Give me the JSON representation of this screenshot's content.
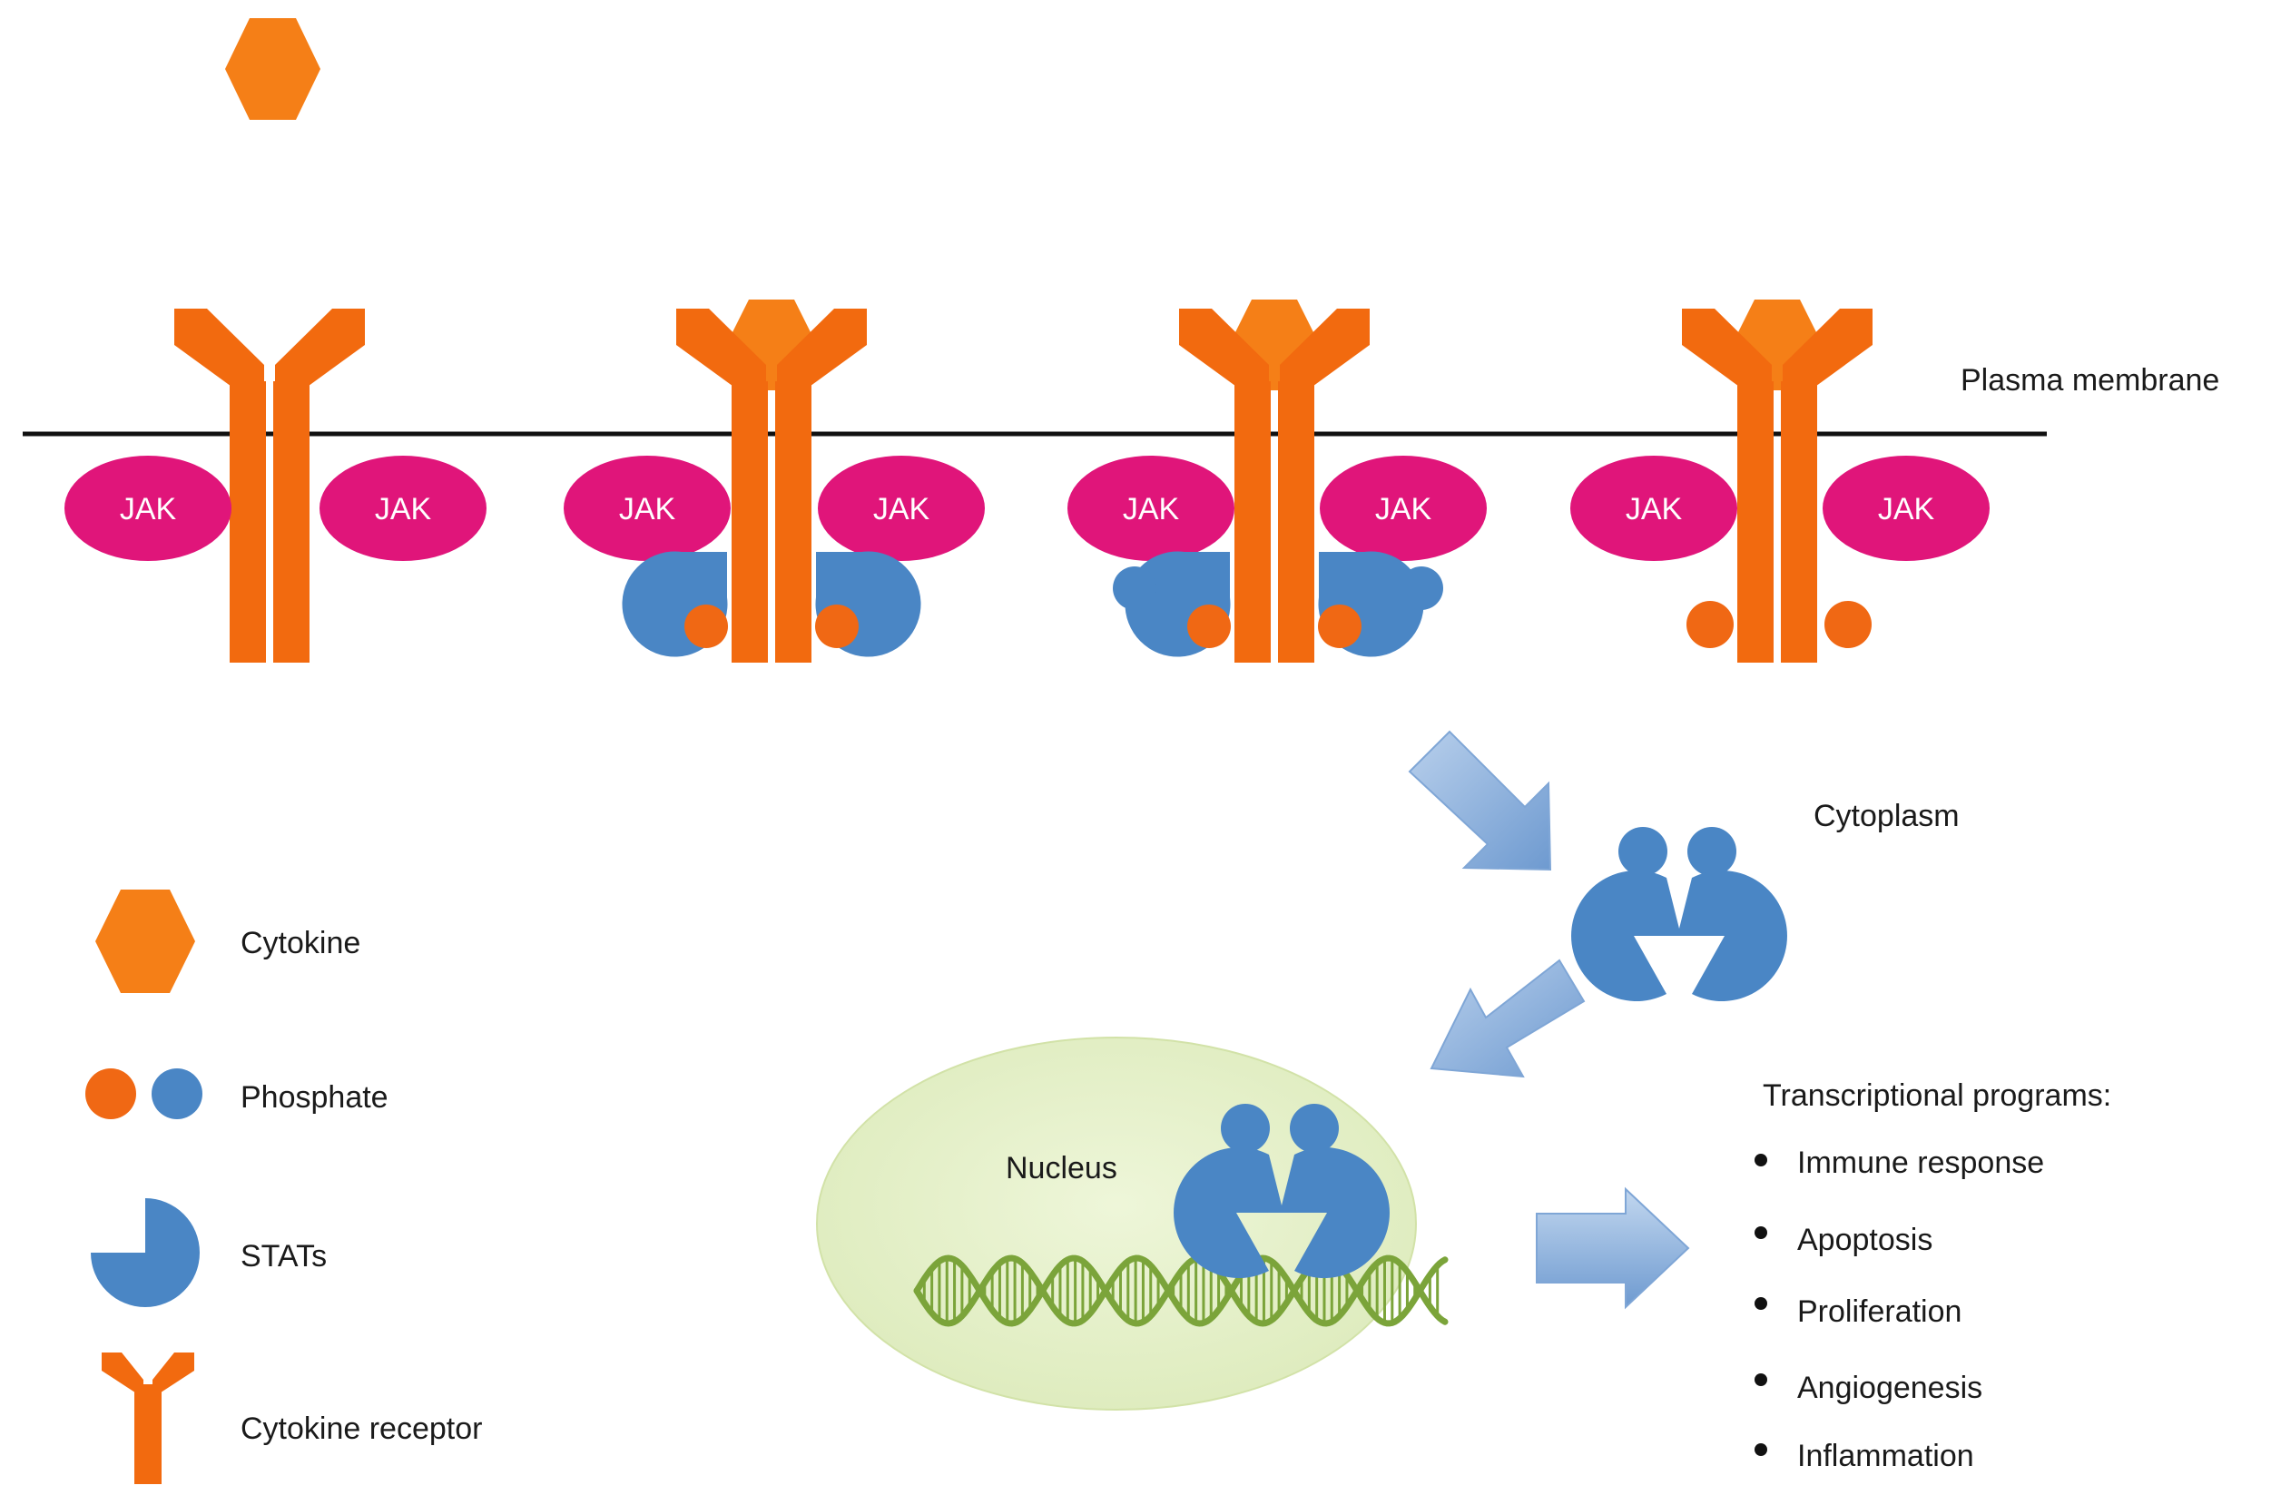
{
  "labels": {
    "plasma_membrane": "Plasma membrane",
    "cytoplasm": "Cytoplasm",
    "nucleus": "Nucleus",
    "jak": "JAK"
  },
  "legend": {
    "cytokine": "Cytokine",
    "phosphate": "Phosphate",
    "stats": "STATs",
    "cytokine_receptor": "Cytokine receptor"
  },
  "programs": {
    "title": "Transcriptional programs:",
    "items": [
      "Immune response",
      "Apoptosis",
      "Proliferation",
      "Angiogenesis",
      "Inflammation"
    ]
  },
  "colors": {
    "cytokine": "#F57F17",
    "receptor": "#F26A0F",
    "jak": "#E0157A",
    "stat": "#4A86C5",
    "phosphate_orange": "#F06814",
    "phosphate_blue": "#4A86C5",
    "membrane": "#111111",
    "nucleus_fill": "#E3EFC6",
    "dna": "#7BA43A",
    "arrow": "#8DB2DC"
  }
}
